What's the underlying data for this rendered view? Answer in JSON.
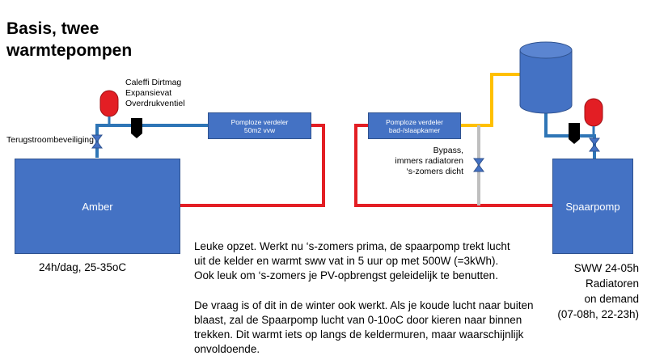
{
  "title": "Basis, twee\nwarmtepompen",
  "labels": {
    "caleffi": "Caleffi Dirtmag\nExpansievat\nOverdrukventiel",
    "terugstroom": "Terugstroombeveiliging",
    "bypass": "Bypass,\nimmers radiatoren\n‘s-zomers dicht"
  },
  "boxes": {
    "amber": "Amber",
    "spaarpomp": "Spaarpomp",
    "verdeler_left_line1": "Pomploze verdeler",
    "verdeler_left_line2": "50m2 vvw",
    "verdeler_right_line1": "Pomploze verdeler",
    "verdeler_right_line2": "bad-/slaapkamer"
  },
  "captions": {
    "amber": "24h/dag, 25-35oC",
    "spaarpomp": "SWW 24-05h\nRadiatoren\non demand\n(07-08h, 22-23h)"
  },
  "notes": {
    "para1": "Leuke opzet. Werkt nu ‘s-zomers prima, de spaarpomp trekt lucht\nuit de kelder en warmt sww vat in 5 uur op met 500W (=3kWh).\nOok leuk om ‘s-zomers je PV-opbrengst geleidelijk te benutten.",
    "para2": "De vraag is of dit in de winter ook werkt. Als je koude lucht naar buiten\nblaast, zal de Spaarpomp lucht van 0-10oC door kieren naar binnen\ntrekken. Dit warmt iets op langs de keldermuren, maar waarschijnlijk\nonvoldoende."
  },
  "colors": {
    "box_blue": "#4472c4",
    "pipe_red": "#e31e24",
    "pipe_blue": "#2e75b6",
    "pipe_yellow": "#ffc000",
    "pipe_grey": "#bfbfbf",
    "vessel_red": "#e31e24"
  }
}
